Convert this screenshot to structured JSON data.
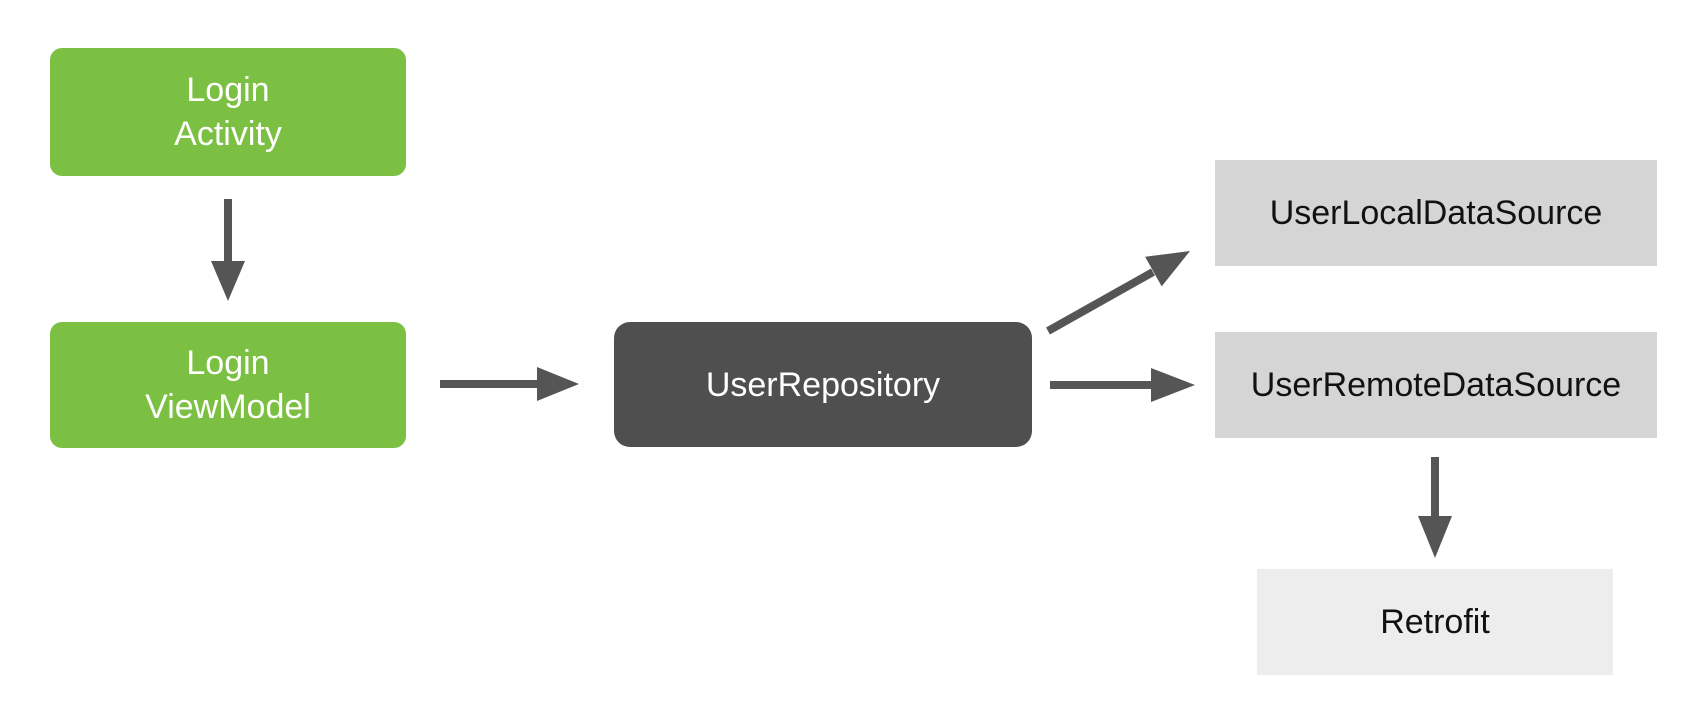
{
  "diagram": {
    "nodes": {
      "login_activity": {
        "line1": "Login",
        "line2": "Activity"
      },
      "login_viewmodel": {
        "line1": "Login",
        "line2": "ViewModel"
      },
      "user_repository": {
        "label": "UserRepository"
      },
      "user_local_datasource": {
        "label": "UserLocalDataSource"
      },
      "user_remote_datasource": {
        "label": "UserRemoteDataSource"
      },
      "retrofit": {
        "label": "Retrofit"
      }
    },
    "edges": [
      {
        "from": "login_activity",
        "to": "login_viewmodel",
        "direction": "down"
      },
      {
        "from": "login_viewmodel",
        "to": "user_repository",
        "direction": "right"
      },
      {
        "from": "user_repository",
        "to": "user_local_datasource",
        "direction": "up-right"
      },
      {
        "from": "user_repository",
        "to": "user_remote_datasource",
        "direction": "right"
      },
      {
        "from": "user_remote_datasource",
        "to": "retrofit",
        "direction": "down"
      }
    ]
  },
  "colors": {
    "green": "#7BC043",
    "dark_gray": "#4F4F4F",
    "light_gray": "#D5D5D5",
    "lighter_gray": "#EDEDED",
    "arrow": "#555555",
    "text_on_color": "#FFFFFF",
    "text_on_light": "#111111",
    "background": "#FFFFFF"
  }
}
